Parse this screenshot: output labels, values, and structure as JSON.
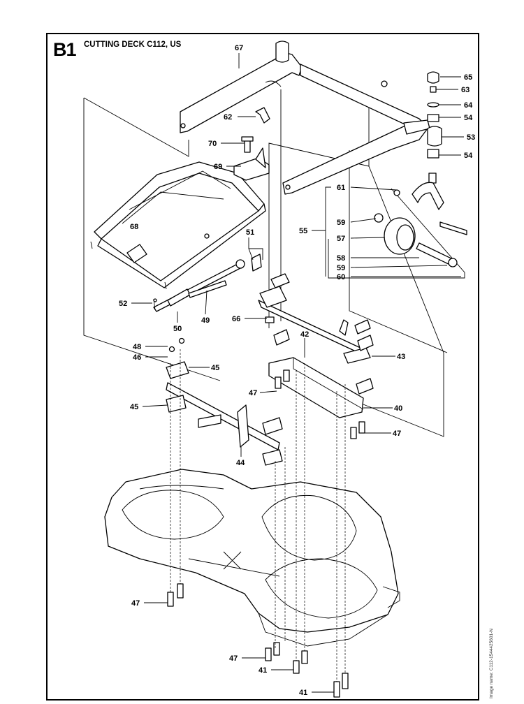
{
  "header": {
    "section_code": "B1",
    "title": "CUTTING DECK C112, US"
  },
  "image_name": "Image name: C112-1544425601-N",
  "callouts": [
    {
      "id": "c67a",
      "label": "67"
    },
    {
      "id": "c65",
      "label": "65"
    },
    {
      "id": "c63",
      "label": "63"
    },
    {
      "id": "c64",
      "label": "64"
    },
    {
      "id": "c54a",
      "label": "54"
    },
    {
      "id": "c53",
      "label": "53"
    },
    {
      "id": "c54b",
      "label": "54"
    },
    {
      "id": "c62",
      "label": "62"
    },
    {
      "id": "c70",
      "label": "70"
    },
    {
      "id": "c69",
      "label": "69"
    },
    {
      "id": "c61",
      "label": "61"
    },
    {
      "id": "c59a",
      "label": "59"
    },
    {
      "id": "c55",
      "label": "55"
    },
    {
      "id": "c57",
      "label": "57"
    },
    {
      "id": "c58",
      "label": "58"
    },
    {
      "id": "c59b",
      "label": "59"
    },
    {
      "id": "c60",
      "label": "60"
    },
    {
      "id": "c68",
      "label": "68"
    },
    {
      "id": "c51",
      "label": "51"
    },
    {
      "id": "c52",
      "label": "52"
    },
    {
      "id": "c49",
      "label": "49"
    },
    {
      "id": "c50",
      "label": "50"
    },
    {
      "id": "c66",
      "label": "66"
    },
    {
      "id": "c42",
      "label": "42"
    },
    {
      "id": "c43",
      "label": "43"
    },
    {
      "id": "c48",
      "label": "48"
    },
    {
      "id": "c46",
      "label": "46"
    },
    {
      "id": "c45a",
      "label": "45"
    },
    {
      "id": "c47a",
      "label": "47"
    },
    {
      "id": "c40",
      "label": "40"
    },
    {
      "id": "c45b",
      "label": "45"
    },
    {
      "id": "c47b",
      "label": "47"
    },
    {
      "id": "c44",
      "label": "44"
    },
    {
      "id": "c47c",
      "label": "47"
    },
    {
      "id": "c47d",
      "label": "47"
    },
    {
      "id": "c41a",
      "label": "41"
    },
    {
      "id": "c41b",
      "label": "41"
    }
  ]
}
